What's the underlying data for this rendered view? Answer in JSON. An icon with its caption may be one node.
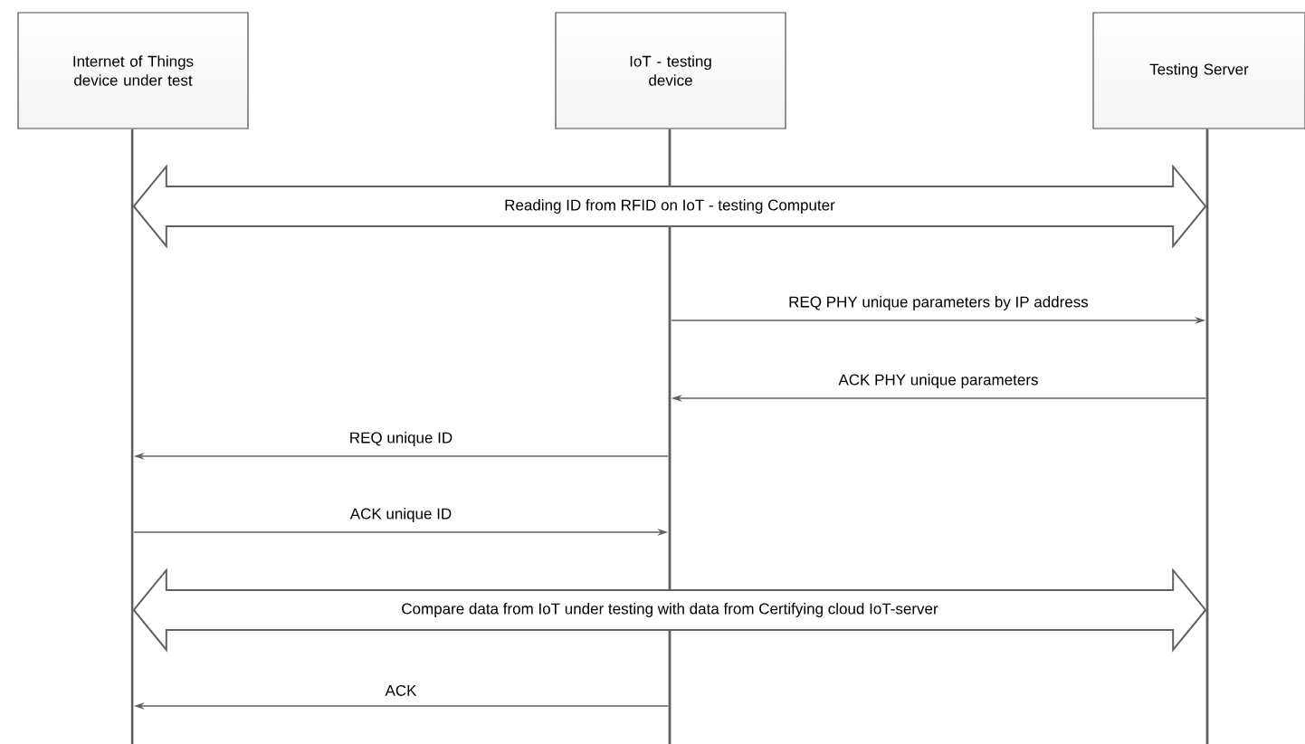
{
  "diagram": {
    "nodes": [
      {
        "text": [
          "Internet of Things device under test"
        ]
      },
      {
        "text": [
          "IoT - testing device"
        ]
      },
      {
        "text": [
          "Testing Server"
        ]
      },
      {
        "text": [],
        "shape": "bar"
      },
      {
        "text": [],
        "shape": "bar"
      },
      {
        "text": [],
        "shape": "bar"
      }
    ],
    "edges": [
      {
        "from": 3,
        "to": 5,
        "arrow": "both",
        "label": "Reading ID from RFID on IoT - testing Computer",
        "style": "thick"
      },
      {
        "from": 4,
        "to": 5,
        "arrow": "to",
        "label": "REQ PHY unique parameters by IP address"
      },
      {
        "from": 5,
        "to": 4,
        "arrow": "to",
        "label": "ACK PHY unique parameters"
      },
      {
        "from": 4,
        "to": 3,
        "arrow": "to",
        "label": "REQ unique ID"
      },
      {
        "from": 3,
        "to": 4,
        "arrow": "to",
        "label": "ACK unique ID"
      },
      {
        "from": 3,
        "to": 5,
        "arrow": "both",
        "label": "Compare data from IoT under testing with data from Certifying cloud IoT-server",
        "style": "thick"
      },
      {
        "from": 4,
        "to": 3,
        "arrow": "to",
        "label": "ACK"
      }
    ]
  }
}
